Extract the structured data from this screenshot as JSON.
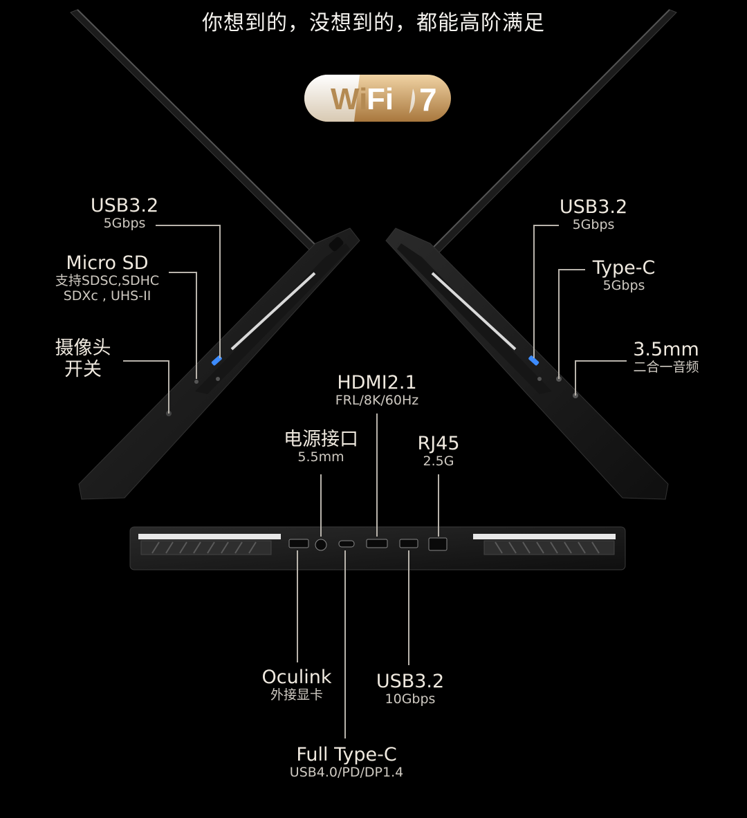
{
  "headline": "你想到的，没想到的，都能高阶满足",
  "wifi_badge": {
    "text_a": "Wi",
    "text_b": "Fi",
    "number": "7"
  },
  "colors": {
    "background": "#000000",
    "line": "#b9b4ac",
    "badge_gold": "#d9b27a",
    "badge_cream": "#f3e6d2",
    "port_light": "#3d8cff"
  },
  "left_side": {
    "usb": {
      "title": "USB3.2",
      "sub": "5Gbps"
    },
    "microsd": {
      "title": "Micro SD",
      "sub1": "支持SDSC,SDHC",
      "sub2": "SDXc , UHS-II"
    },
    "camera": {
      "title1": "摄像头",
      "title2": "开关"
    }
  },
  "right_side": {
    "usb": {
      "title": "USB3.2",
      "sub": "5Gbps"
    },
    "typec": {
      "title": "Type-C",
      "sub": "5Gbps"
    },
    "audio": {
      "title": "3.5mm",
      "sub": "二合一音频"
    }
  },
  "rear": {
    "hdmi": {
      "title": "HDMI2.1",
      "sub": "FRL/8K/60Hz"
    },
    "power": {
      "title": "电源接口",
      "sub": "5.5mm"
    },
    "rj45": {
      "title": "RJ45",
      "sub": "2.5G"
    },
    "oculink": {
      "title": "Oculink",
      "sub": "外接显卡"
    },
    "usb": {
      "title": "USB3.2",
      "sub": "10Gbps"
    },
    "typec": {
      "title": "Full Type-C",
      "sub": "USB4.0/PD/DP1.4"
    }
  }
}
